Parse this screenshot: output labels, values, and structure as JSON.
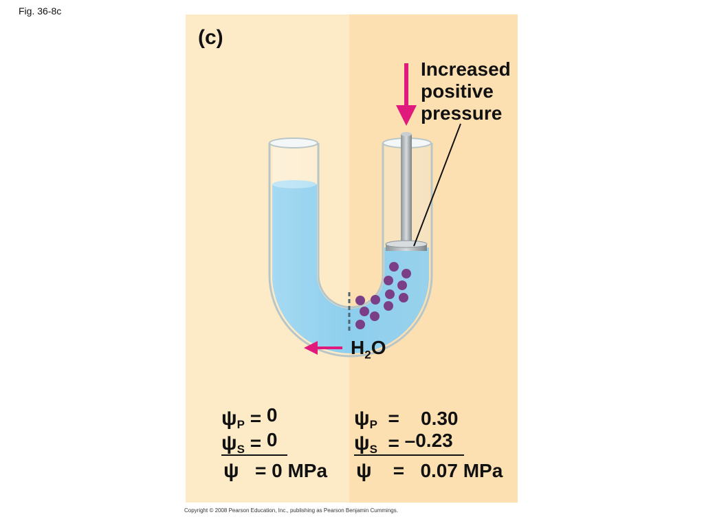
{
  "figure": {
    "caption": "Fig. 36-8c",
    "panel_letter": "(c)",
    "copyright": "Copyright © 2008 Pearson Education, Inc., publishing as Pearson Benjamin Cummings."
  },
  "annotations": {
    "pressure_line1": "Increased",
    "pressure_line2": "positive",
    "pressure_line3": "pressure",
    "water_main": "H",
    "water_sub": "2",
    "water_tail": "O"
  },
  "left_side": {
    "psi_symbol": "ψ",
    "p_sub": "P",
    "s_sub": "S",
    "eq_sign": "=",
    "psi_p_value": "0",
    "psi_s_value": "0",
    "psi_total_value": "0",
    "unit": "MPa"
  },
  "right_side": {
    "psi_symbol": "ψ",
    "p_sub": "P",
    "s_sub": "S",
    "eq_sign": "=",
    "psi_p_value": "0.30",
    "psi_s_value": "–0.23",
    "psi_total_value": "0.07",
    "unit": "MPa"
  },
  "colors": {
    "panel_left": "#fdebc8",
    "panel_right": "#fde0b2",
    "water": "#7dc8ec",
    "arrow": "#e0197d",
    "solute": "#7a3f86"
  }
}
